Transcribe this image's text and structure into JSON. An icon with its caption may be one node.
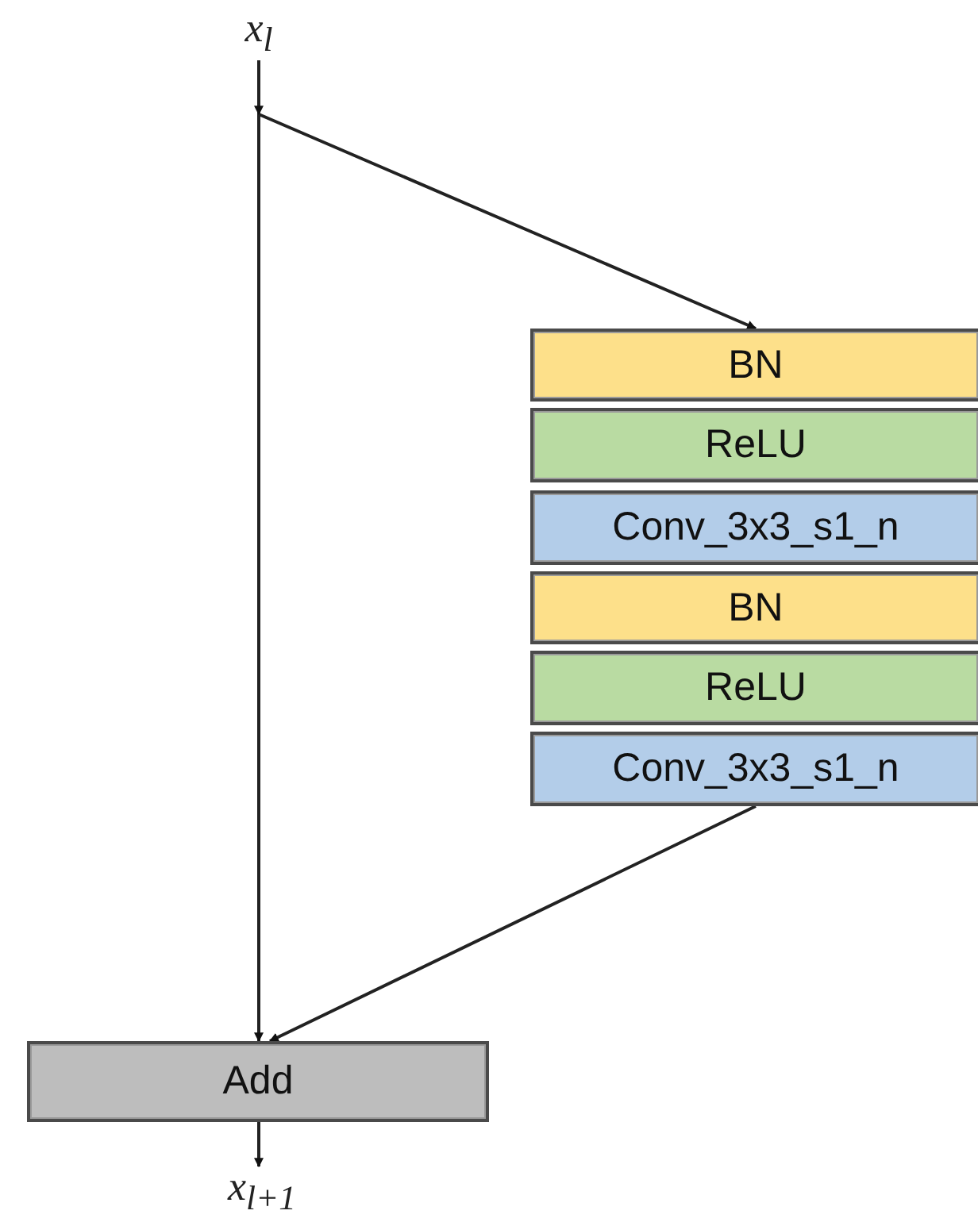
{
  "diagram": {
    "nodes": [
      {
        "text": [
          "x$_{l}$"
        ]
      },
      {
        "text": [
          "BN"
        ]
      },
      {
        "text": [
          "ReLU"
        ]
      },
      {
        "text": [
          "Conv_3x3_s1_n"
        ]
      },
      {
        "text": [
          "BN"
        ]
      },
      {
        "text": [
          "ReLU"
        ]
      },
      {
        "text": [
          "Conv_3x3_s1_n"
        ]
      },
      {
        "text": [
          "Add"
        ]
      },
      {
        "text": [
          "x$_{l+1}$"
        ]
      }
    ],
    "edges": [
      {
        "from": 0,
        "to": 1,
        "arrow": "to"
      },
      {
        "from": 0,
        "to": 7,
        "arrow": "to"
      },
      {
        "from": 6,
        "to": 7,
        "arrow": "to"
      },
      {
        "from": 7,
        "to": 8,
        "arrow": "to"
      }
    ]
  }
}
